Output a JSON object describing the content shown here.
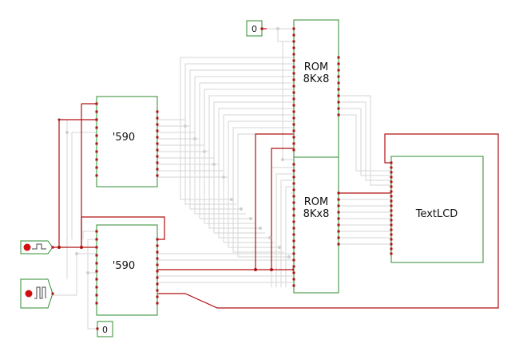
{
  "components": {
    "counter_top": {
      "label": "'590"
    },
    "counter_bottom": {
      "label": "'590"
    },
    "rom_top": {
      "label_line1": "ROM",
      "label_line2": "8Kx8"
    },
    "rom_bottom": {
      "label_line1": "ROM",
      "label_line2": "8Kx8"
    },
    "lcd": {
      "label": "TextLCD"
    },
    "const_top": {
      "value": "0"
    },
    "const_bottom": {
      "value": "0"
    },
    "button": {
      "icon": "button-icon"
    },
    "clock": {
      "icon": "clock-icon"
    }
  },
  "colors": {
    "component_border": "#2e8b2e",
    "active_wire": "#b01010",
    "bus_wire": "#d6d6d6",
    "pin": "#b01010",
    "background": "#ffffff"
  }
}
